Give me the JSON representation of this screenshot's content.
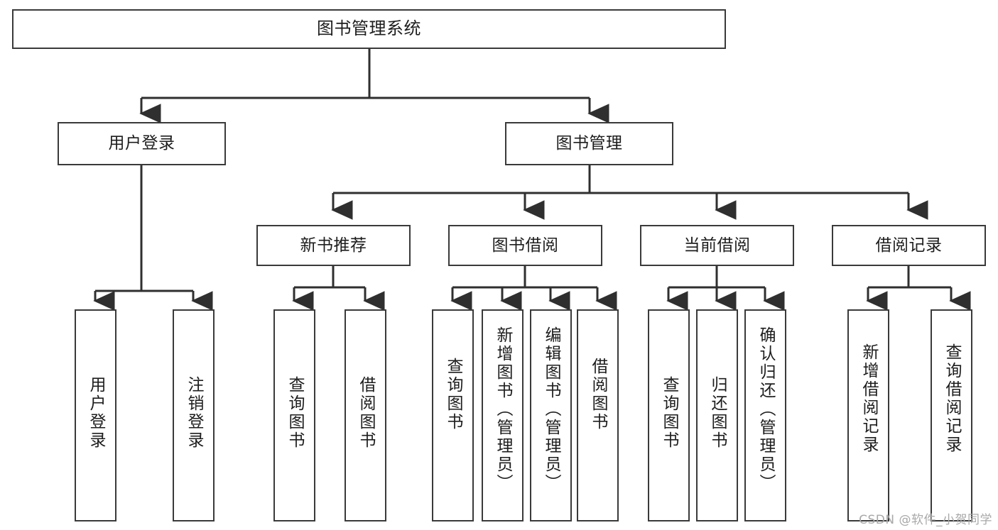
{
  "diagram": {
    "title": "图书管理系统",
    "type": "tree-hierarchy-diagram",
    "colors": {
      "stroke": "#3a3a3a",
      "fill": "#ffffff",
      "text": "#1d1d1d",
      "watermark": "#a8a8a8"
    },
    "root": {
      "label": "图书管理系统"
    },
    "level2": [
      {
        "label": "用户登录"
      },
      {
        "label": "图书管理"
      }
    ],
    "level3": [
      {
        "label": "新书推荐"
      },
      {
        "label": "图书借阅"
      },
      {
        "label": "当前借阅"
      },
      {
        "label": "借阅记录"
      }
    ],
    "leaves": {
      "user_login": [
        {
          "label": "用户登录"
        },
        {
          "label": "注销登录"
        }
      ],
      "new_book": [
        {
          "label": "查询图书"
        },
        {
          "label": "借阅图书"
        }
      ],
      "book_borrow": [
        {
          "label": "查询图书"
        },
        {
          "label": "新增图书（管理员）"
        },
        {
          "label": "编辑图书（管理员）"
        },
        {
          "label": "借阅图书"
        }
      ],
      "current_borrow": [
        {
          "label": "查询图书"
        },
        {
          "label": "归还图书"
        },
        {
          "label": "确认归还（管理员）"
        }
      ],
      "borrow_record": [
        {
          "label": "新增借阅记录"
        },
        {
          "label": "查询借阅记录"
        }
      ]
    },
    "watermark": "CSDN @软件_小贺同学"
  }
}
